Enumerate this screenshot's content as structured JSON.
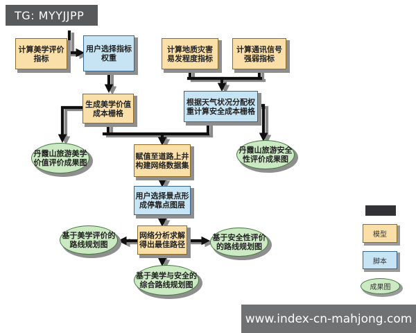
{
  "title_badge": {
    "text": "TG: MYYJJPP"
  },
  "watermark": {
    "text": "www.index-cn-mahjong.com"
  },
  "flowchart": {
    "nodes": {
      "n1": {
        "type": "model",
        "lines": [
          "计算美学评价",
          "指标"
        ]
      },
      "n2": {
        "type": "script",
        "lines": [
          "用户选择指标",
          "权重"
        ]
      },
      "n3": {
        "type": "model",
        "lines": [
          "计算地质灾害",
          "易发程度指标"
        ]
      },
      "n4": {
        "type": "model",
        "lines": [
          "计算通讯信号",
          "强弱指标"
        ]
      },
      "n5": {
        "type": "model",
        "lines": [
          "生成美学价值",
          "成本栅格"
        ]
      },
      "n6": {
        "type": "script",
        "lines": [
          "根据天气状况分配权",
          "重计算安全成本栅格"
        ]
      },
      "n7": {
        "type": "result",
        "lines": [
          "丹霞山旅游美学",
          "价值评价成果图"
        ]
      },
      "n8": {
        "type": "result",
        "lines": [
          "丹霞山旅游安全",
          "性评价成果图"
        ]
      },
      "n9": {
        "type": "model",
        "lines": [
          "赋值至道路上井",
          "构建网络数据集"
        ]
      },
      "n10": {
        "type": "script",
        "lines": [
          "用户选择景点形",
          "成停靠点图层"
        ]
      },
      "n11": {
        "type": "model",
        "lines": [
          "网络分析求解",
          "得出最佳路径"
        ]
      },
      "n12": {
        "type": "result",
        "lines": [
          "基于美学评价的",
          "路线规划图"
        ]
      },
      "n13": {
        "type": "result",
        "lines": [
          "基于安全性评价",
          "的路线规划图"
        ]
      },
      "n14": {
        "type": "result",
        "lines": [
          "基于美学与安全的",
          "综合路线规划图"
        ]
      }
    }
  },
  "legend": {
    "items": [
      {
        "type": "model",
        "label": "模型"
      },
      {
        "type": "script",
        "label": "脚本"
      },
      {
        "type": "result",
        "label": "成果图"
      }
    ]
  },
  "colors": {
    "model_fill": "#fae0a8",
    "model_stroke": "#8b6b24",
    "script_fill": "#c6e4f4",
    "script_stroke": "#38648c",
    "result_fill": "#cbe9c2",
    "result_stroke": "#45793f",
    "arrow": "#0f0f0f",
    "shadow": "#8a8a8a",
    "badge_bg": "#58595b",
    "watermark_bg": "#707173"
  }
}
